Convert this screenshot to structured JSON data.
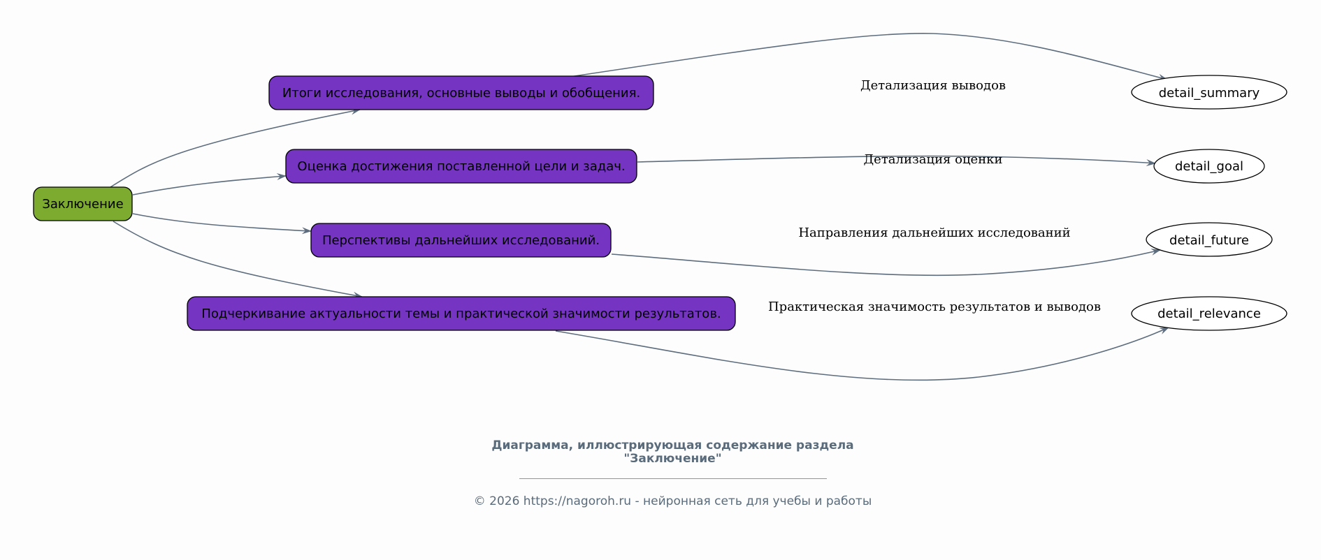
{
  "colors": {
    "root_fill": "#7cab2f",
    "child_fill": "#7634c3",
    "edge": "#5d6d7e",
    "caption": "#5a6b7b"
  },
  "nodes": {
    "root": "Заключение",
    "summary": "Итоги исследования, основные выводы и обобщения.",
    "goal": "Оценка достижения поставленной цели и задач.",
    "future": "Перспективы дальнейших исследований.",
    "relevance": "Подчеркивание актуальности темы и практической значимости результатов.",
    "detail_summary": "detail_summary",
    "detail_goal": "detail_goal",
    "detail_future": "detail_future",
    "detail_relevance": "detail_relevance"
  },
  "edge_labels": {
    "summary": "Детализация выводов",
    "goal": "Детализация оценки",
    "future": "Направления дальнейших исследований",
    "relevance": "Практическая значимость результатов и выводов"
  },
  "caption": {
    "title_line1": "Диаграмма, иллюстрирующая содержание раздела",
    "title_line2": "\"Заключение\"",
    "footer": "© 2026 https://nagoroh.ru - нейронная сеть для учебы и работы"
  }
}
